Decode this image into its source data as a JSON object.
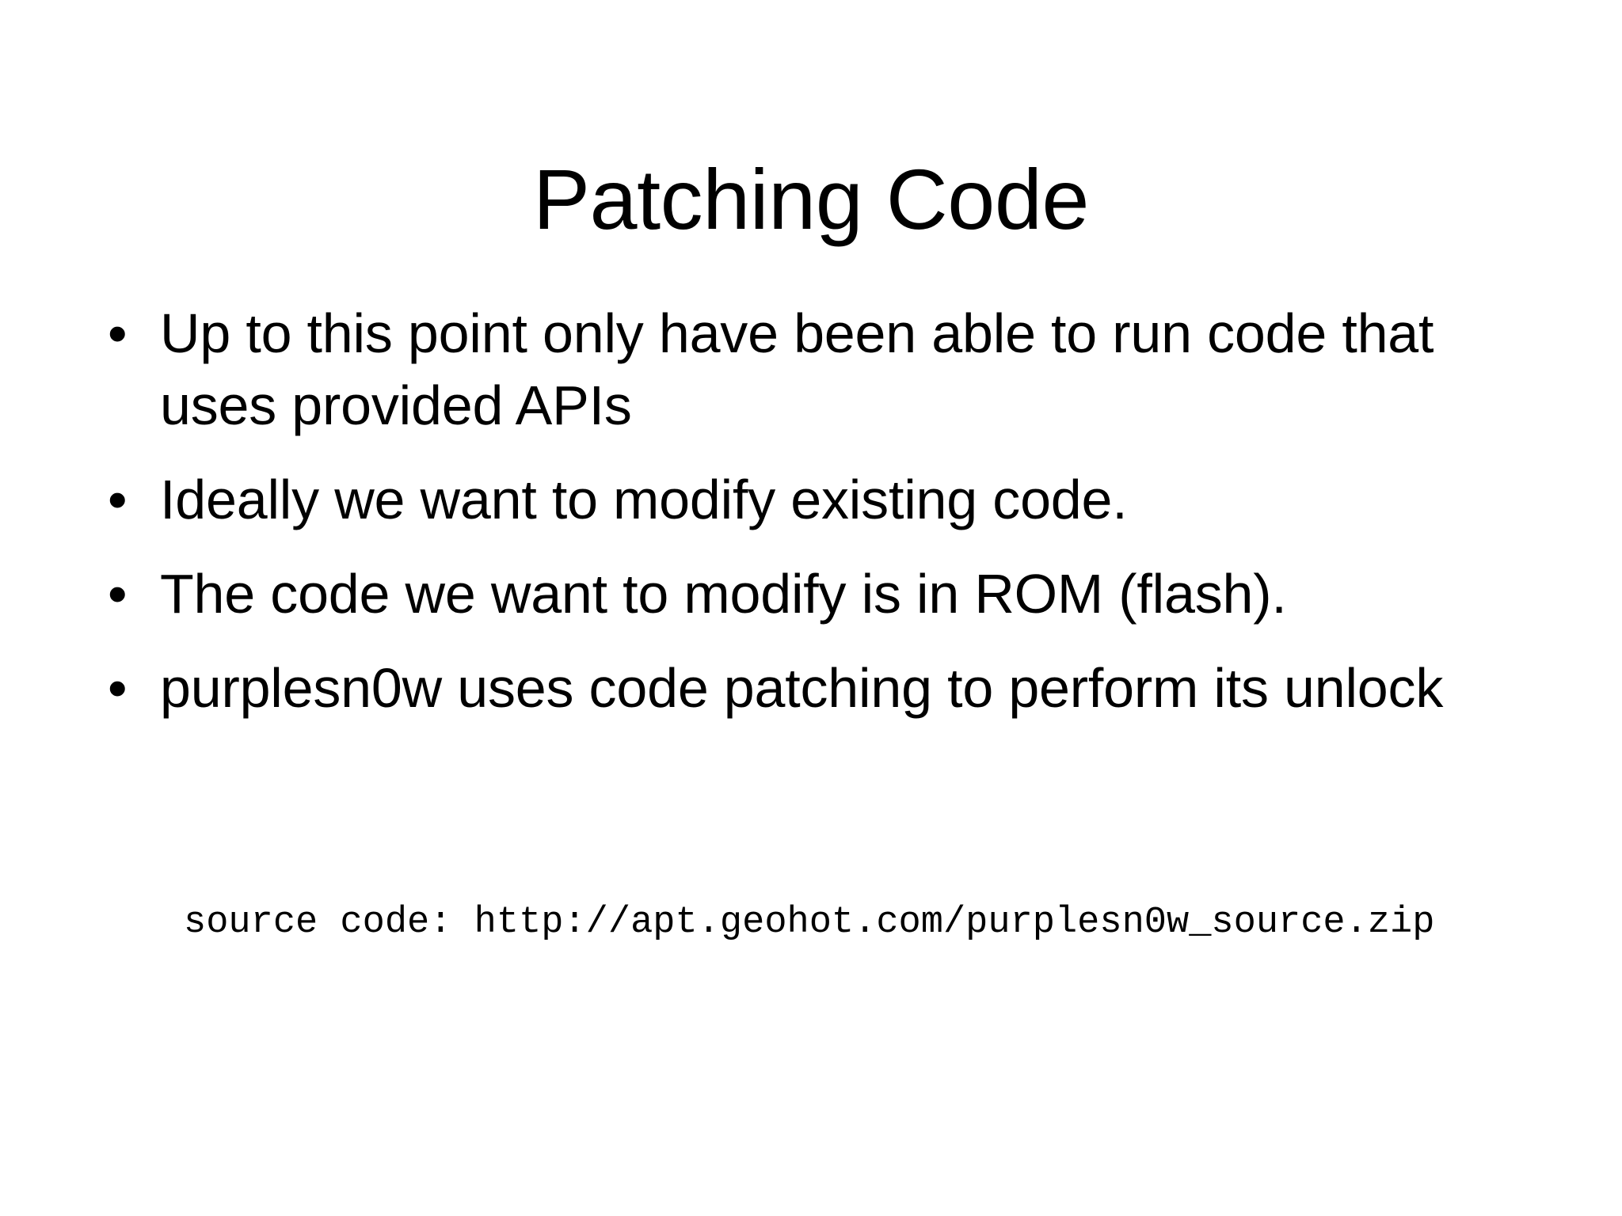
{
  "slide": {
    "title": "Patching Code",
    "bullet_marker": "•",
    "bullets": [
      {
        "text": "Up to this point only have been able to run code that uses provided APIs"
      },
      {
        "text": "Ideally we want to modify existing code."
      },
      {
        "text": "The code we want to modify is in ROM (flash)."
      },
      {
        "text": "purplesn0w uses code patching to perform its unlock"
      }
    ],
    "source_note": "source code: http://apt.geohot.com/purplesn0w_source.zip",
    "colors": {
      "background": "#ffffff",
      "text": "#000000"
    }
  }
}
